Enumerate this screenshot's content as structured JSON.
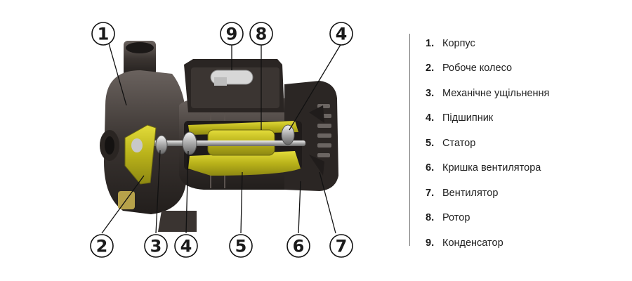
{
  "callouts": [
    "1",
    "2",
    "3",
    "4",
    "5",
    "6",
    "7",
    "8",
    "9"
  ],
  "legend": [
    {
      "num": "1.",
      "label": "Корпус"
    },
    {
      "num": "2.",
      "label": "Робоче колесо"
    },
    {
      "num": "3.",
      "label": "Механічне ущільнення"
    },
    {
      "num": "4.",
      "label": "Підшипник"
    },
    {
      "num": "5.",
      "label": "Статор"
    },
    {
      "num": "6.",
      "label": "Кришка вентилятора"
    },
    {
      "num": "7.",
      "label": "Вентилятор"
    },
    {
      "num": "8.",
      "label": "Ротор"
    },
    {
      "num": "9.",
      "label": "Конденсатор"
    }
  ],
  "colors": {
    "metal_dark": "#2b2624",
    "metal_mid": "#4a4340",
    "highlight_yellow": "#c9c21e",
    "line": "#111111"
  }
}
